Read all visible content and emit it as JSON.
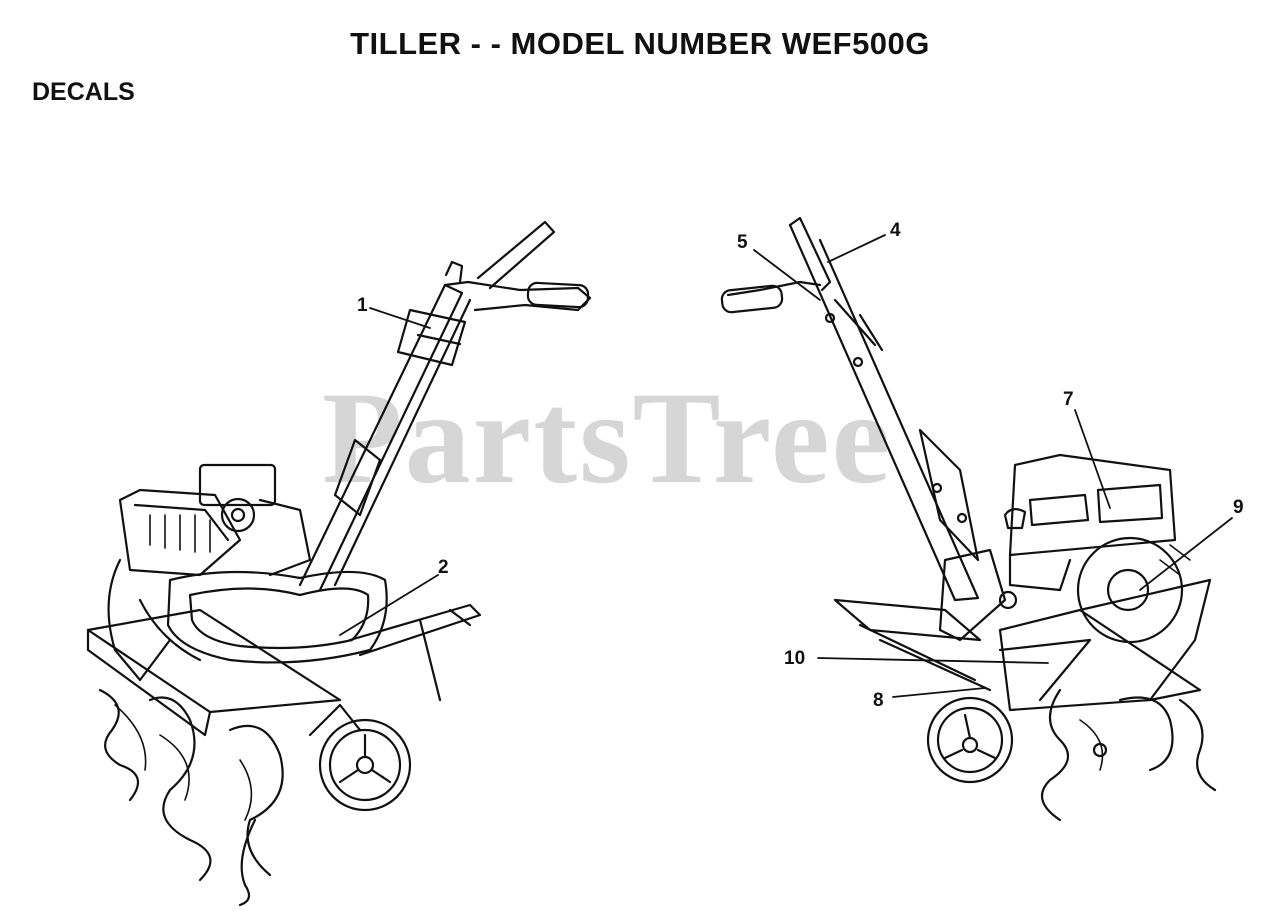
{
  "header": {
    "title": "TILLER - - MODEL NUMBER WEF500G",
    "section": "DECALS"
  },
  "watermark": "PartsTree",
  "callouts": {
    "c1": "1",
    "c2": "2",
    "c4": "4",
    "c5": "5",
    "c7": "7",
    "c8": "8",
    "c9": "9",
    "c10": "10"
  }
}
